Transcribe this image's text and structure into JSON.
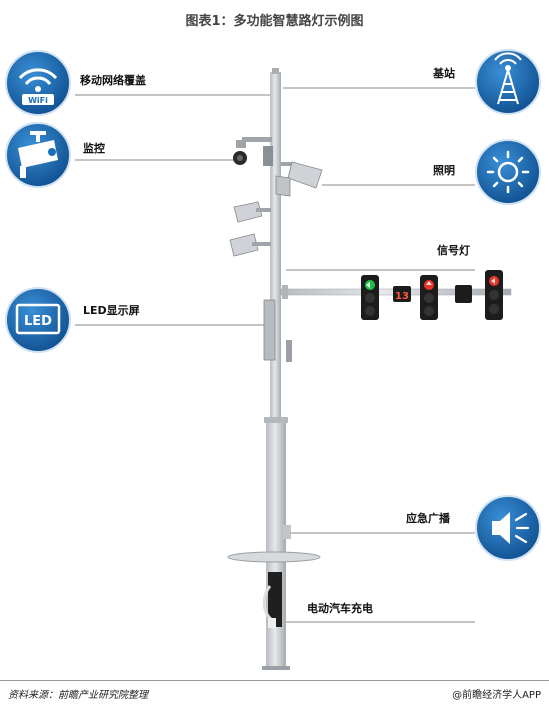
{
  "title": "图表1：多功能智慧路灯示例图",
  "labels": {
    "mobile_network": "移动网络覆盖",
    "monitoring": "监控",
    "led_screen": "LED显示屏",
    "base_station": "基站",
    "lighting": "照明",
    "traffic_light": "信号灯",
    "emergency_broadcast": "应急广播",
    "ev_charging": "电动汽车充电"
  },
  "icons": {
    "wifi_text": "WiFi",
    "led_text": "LED",
    "countdown": "13"
  },
  "colors": {
    "icon_blue": "#1b6fb8",
    "icon_blue_dark": "#0f4f8f",
    "pole": "#c9cdd1",
    "pole_shadow": "#9aa0a6",
    "line": "#8a8a8a",
    "light_green": "#1fbf4a",
    "light_red": "#e8352a"
  },
  "footer": {
    "source": "资料来源：前瞻产业研究院整理",
    "brand": "@前瞻经济学人APP"
  }
}
